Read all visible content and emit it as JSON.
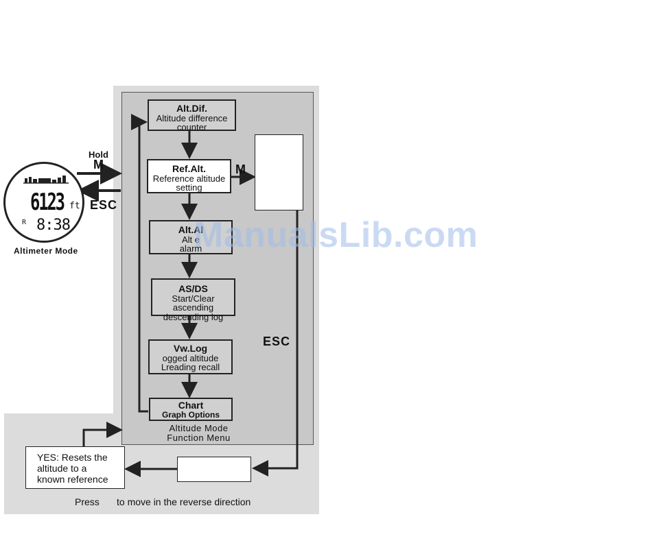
{
  "menu": {
    "caption_line1": "Altitude  Mode",
    "caption_line2": "Function  Menu",
    "items": [
      {
        "title": "Alt.Dif.",
        "line1": "Altitude difference",
        "line2": "counter"
      },
      {
        "title": "Ref.Alt.",
        "line1": "Reference altitude",
        "line2": "setting"
      },
      {
        "title": "Alt.Al",
        "line1": "Alt    e",
        "line2": "alarm"
      },
      {
        "title": "AS/DS",
        "line1": "Start/Clear ascending",
        "line2": "descending log"
      },
      {
        "title": "Vw.Log",
        "line1": "ogged altitude",
        "line2": "Lreading recall"
      },
      {
        "title": "Chart",
        "line1": "Graph Options",
        "line2": ""
      }
    ]
  },
  "watch": {
    "altitude": "6123",
    "unit": "ft",
    "time": "8:38",
    "indicator": "R",
    "caption": "Altimeter Mode"
  },
  "labels": {
    "hold": "Hold",
    "m_left": "M",
    "esc_left": "ESC",
    "m_right": "M",
    "esc_right": "ESC"
  },
  "yes_box": {
    "line1": "YES: Resets the",
    "line2": "altitude to a",
    "line3": "known reference"
  },
  "footer": {
    "press": "Press",
    "rest": "to move in the reverse direction"
  },
  "watermark": "ManualsLib.com",
  "colors": {
    "panel_outer": "#dcdcdc",
    "panel_inner": "#c8c8c8",
    "box_fill": "#d0d0d0",
    "line": "#222222"
  }
}
